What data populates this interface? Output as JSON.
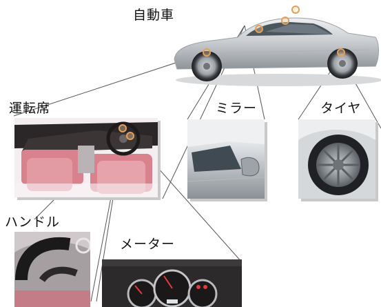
{
  "labels": {
    "car": "自動車",
    "cockpit": "運転席",
    "mirror": "ミラー",
    "tire": "タイヤ",
    "steering": "ハンドル",
    "meter": "メーター"
  },
  "colors": {
    "car_body": "#c8ccd0",
    "interior_leather": "#d98a94",
    "dash": "#2a2526",
    "marker": "#e2a05a",
    "connector": "#555555"
  },
  "icons": {
    "marker": "hotspot-circle-icon"
  }
}
